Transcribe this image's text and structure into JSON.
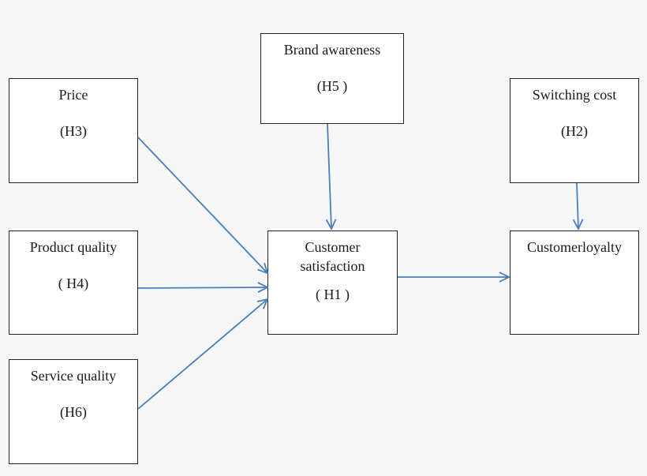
{
  "nodes": {
    "brand_awareness": {
      "label": "Brand awareness",
      "code": "(H5 )"
    },
    "price": {
      "label": "Price",
      "code": "(H3)"
    },
    "switching_cost": {
      "label": "Switching cost",
      "code": "(H2)"
    },
    "product_quality": {
      "label": "Product quality",
      "code": "( H4)"
    },
    "customer_satisfaction": {
      "label_line1": "Customer",
      "label_line2": "satisfaction",
      "code": "( H1 )"
    },
    "customer_loyalty": {
      "label": "Customerloyalty"
    },
    "service_quality": {
      "label": "Service quality",
      "code": "(H6)"
    }
  },
  "edges": [
    {
      "from": "price",
      "to": "customer_satisfaction"
    },
    {
      "from": "product_quality",
      "to": "customer_satisfaction"
    },
    {
      "from": "service_quality",
      "to": "customer_satisfaction"
    },
    {
      "from": "brand_awareness",
      "to": "customer_satisfaction"
    },
    {
      "from": "customer_satisfaction",
      "to": "customer_loyalty"
    },
    {
      "from": "switching_cost",
      "to": "customer_loyalty"
    }
  ],
  "colors": {
    "arrow": "#4a7ebb",
    "box_border": "#222222",
    "background": "#f6f6f6"
  }
}
